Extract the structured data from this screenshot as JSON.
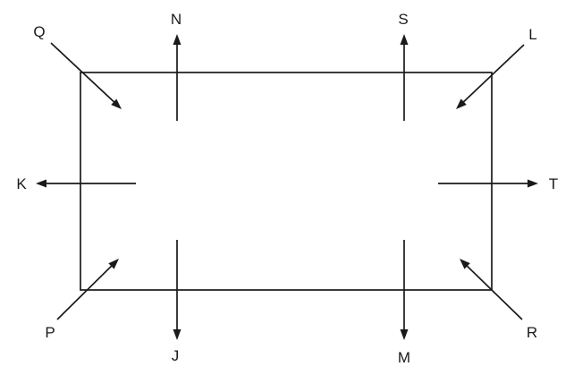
{
  "figure": {
    "type": "rectangle-force-diagram",
    "labels": {
      "q": "Q",
      "n": "N",
      "s": "S",
      "l": "L",
      "k": "K",
      "t": "T",
      "p": "P",
      "j": "J",
      "m": "M",
      "r": "R"
    },
    "colors": {
      "stroke": "#1a1a1a",
      "background": "#ffffff"
    }
  }
}
